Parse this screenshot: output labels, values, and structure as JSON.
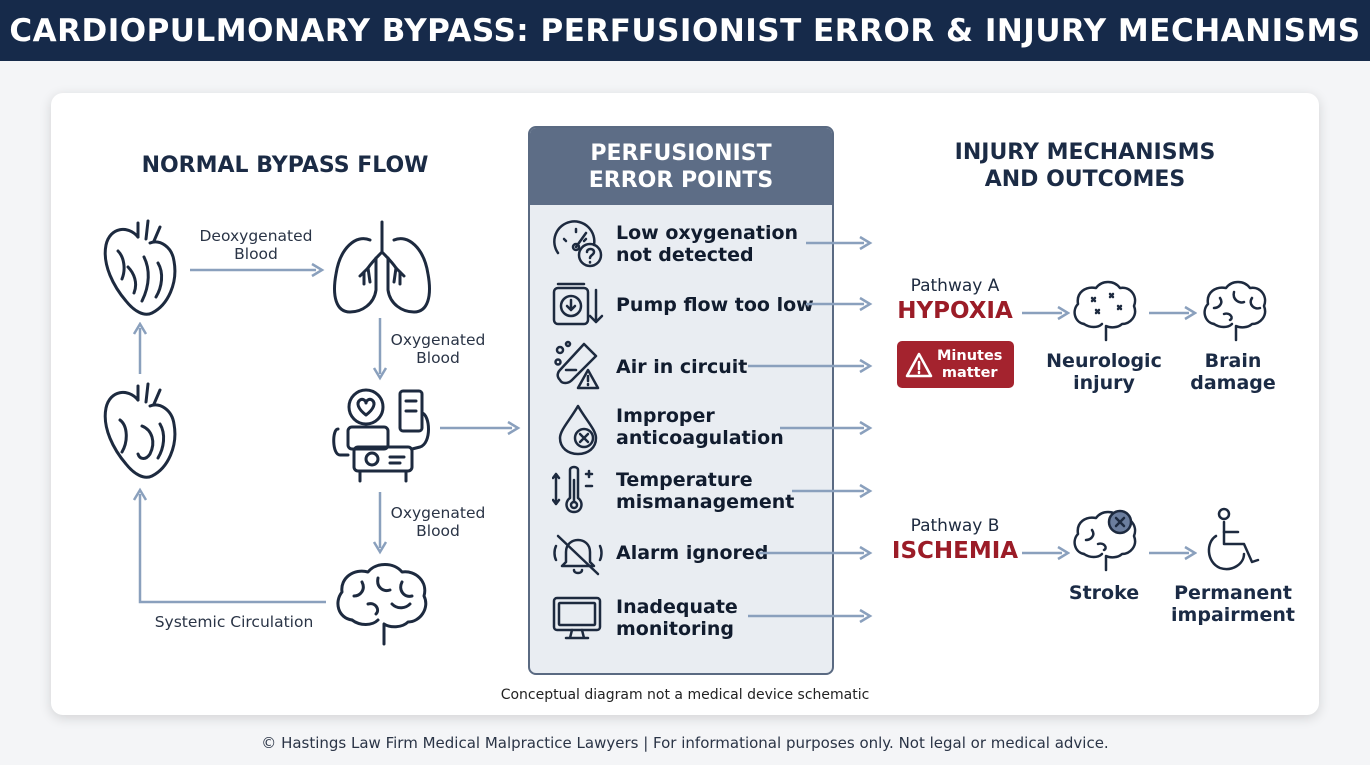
{
  "header": {
    "title": "CARDIOPULMONARY BYPASS: PERFUSIONIST ERROR & INJURY MECHANISMS"
  },
  "normal_flow": {
    "title": "NORMAL BYPASS FLOW",
    "deoxygenated_blood": "Deoxygenated\nBlood",
    "oxygenated_blood_1": "Oxygenated\nBlood",
    "oxygenated_blood_2": "Oxygenated\nBlood",
    "systemic_circulation": "Systemic Circulation"
  },
  "error_points": {
    "title": "PERFUSIONIST\nERROR POINTS",
    "items": [
      {
        "label": "Low oxygenation\nnot detected",
        "icon": "gauge-icon"
      },
      {
        "label": "Pump flow too low",
        "icon": "pump-icon"
      },
      {
        "label": "Air in circuit",
        "icon": "air-bubble-icon"
      },
      {
        "label": "Improper\nanticoagulation",
        "icon": "blood-drop-icon"
      },
      {
        "label": "Temperature\nmismanagement",
        "icon": "thermometer-icon"
      },
      {
        "label": "Alarm ignored",
        "icon": "alarm-off-icon"
      },
      {
        "label": "Inadequate\nmonitoring",
        "icon": "monitor-icon"
      }
    ]
  },
  "injury": {
    "title": "INJURY MECHANISMS\nAND OUTCOMES",
    "pathway_a": {
      "label": "Pathway A",
      "name": "HYPOXIA",
      "badge": "Minutes\nmatter",
      "outcome_1": "Neurologic\ninjury",
      "outcome_2": "Brain\ndamage"
    },
    "pathway_b": {
      "label": "Pathway B",
      "name": "ISCHEMIA",
      "outcome_1": "Stroke",
      "outcome_2": "Permanent\nimpairment"
    }
  },
  "caption": "Conceptual diagram not a medical device schematic",
  "footer": "© Hastings Law Firm Medical Malpractice Lawyers | For informational purposes only. Not legal or medical advice.",
  "colors": {
    "header": "#162a4a",
    "accent_red": "#9b1c27",
    "arrow": "#8aa0bd",
    "panel": "#e9edf2",
    "panel_head": "#5d6d86"
  }
}
